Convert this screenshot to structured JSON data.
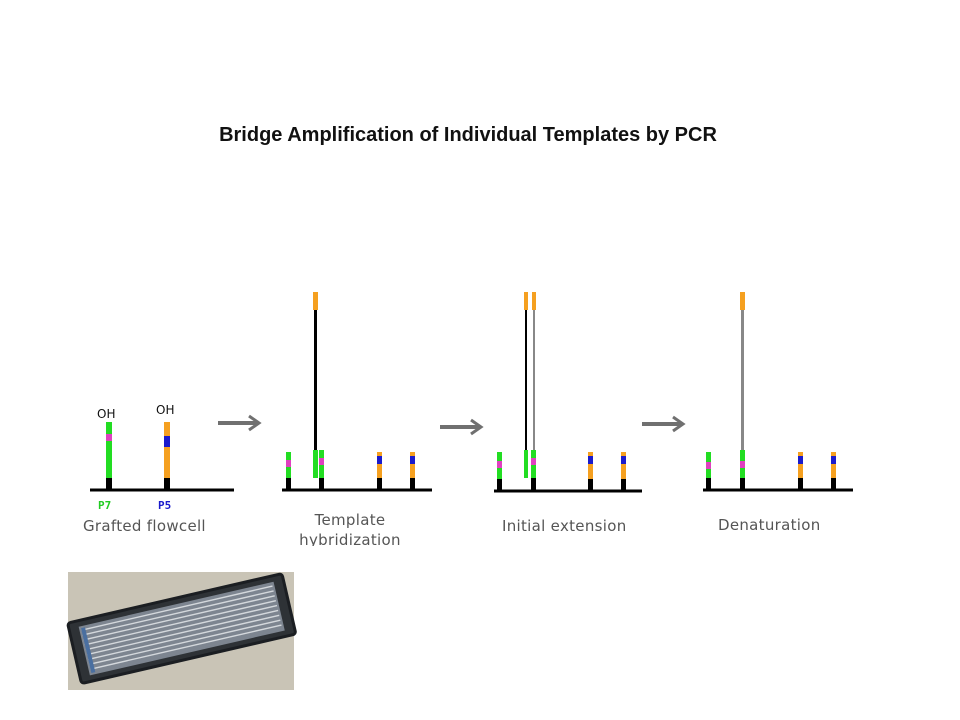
{
  "title": "Bridge Amplification of Individual Templates by PCR",
  "labels": {
    "oh_left": "OH",
    "oh_right": "OH",
    "p7": "P7",
    "p5": "P5",
    "grafted": "Grafted flowcell",
    "template_line1": "Template",
    "template_line2": "hybridization",
    "initial_extension": "Initial extension",
    "denaturation": "Denaturation"
  },
  "colors": {
    "p7_green": "#22dd22",
    "p5_orange": "#f5a020",
    "index_magenta": "#e040c0",
    "index_blue": "#1a1acc",
    "strand_black": "#000000",
    "strand_gray": "#888888",
    "arrow_gray": "#707070",
    "p5_label": "#1a1acc"
  }
}
